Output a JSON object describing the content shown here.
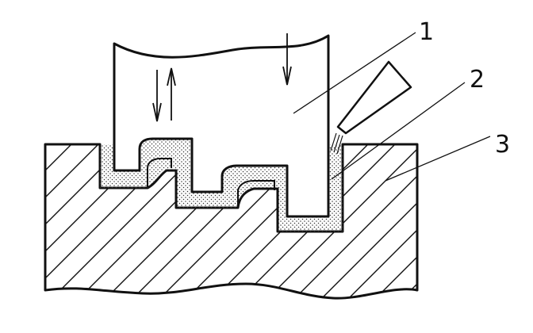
{
  "labels": {
    "electrode": "1",
    "gap_medium": "2",
    "workpiece": "3"
  },
  "colors": {
    "ink": "#111111",
    "background": "#ffffff",
    "stipple": "#333333"
  }
}
